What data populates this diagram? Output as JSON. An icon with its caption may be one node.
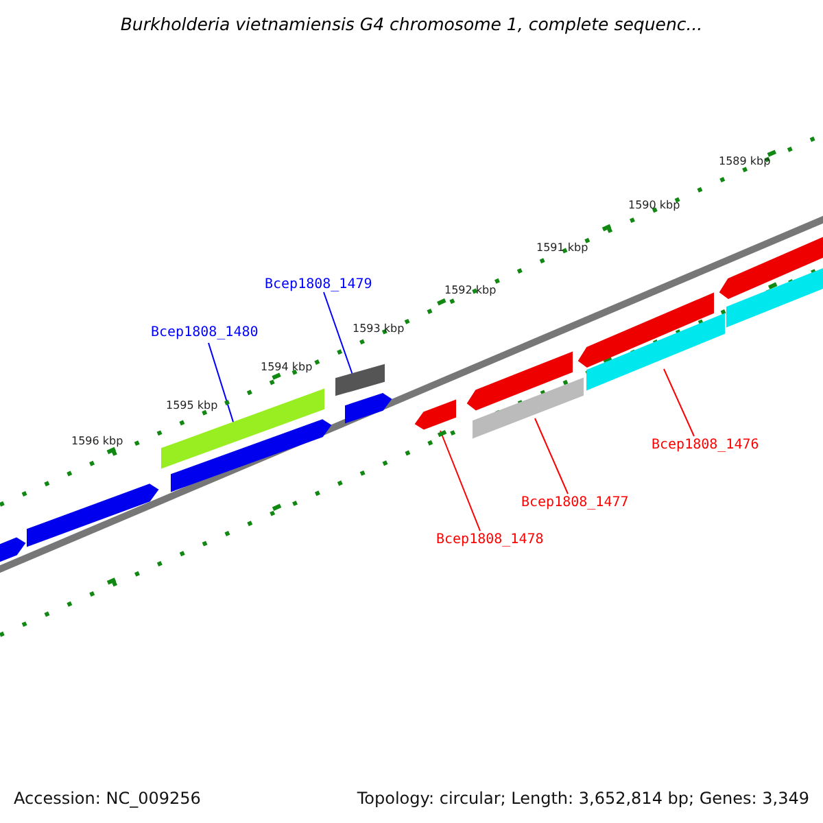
{
  "diagram": {
    "title": "Burkholderia vietnamiensis G4 chromosome 1, complete sequenc...",
    "nodes": [
      {
        "text": [
          "Bcep1808_1479"
        ]
      },
      {
        "text": [
          "Bcep1808_1480"
        ]
      },
      {
        "text": [
          "Bcep1808_1476"
        ]
      },
      {
        "text": [
          "Bcep1808_1477"
        ]
      },
      {
        "text": [
          "Bcep1808_1478"
        ]
      },
      {
        "text": [],
        "shape": "bar"
      },
      {
        "text": [],
        "shape": "bar"
      },
      {
        "text": [],
        "shape": "bar"
      },
      {
        "text": [],
        "shape": "bar"
      },
      {
        "text": [],
        "shape": "bar"
      },
      {
        "text": [],
        "shape": "bar"
      },
      {
        "text": [],
        "shape": "bar"
      },
      {
        "text": [],
        "shape": "bar"
      },
      {
        "text": [],
        "shape": "bar"
      },
      {
        "text": [],
        "shape": "bar"
      },
      {
        "text": [],
        "shape": "bar"
      },
      {
        "text": [],
        "shape": "bar"
      },
      {
        "text": [],
        "shape": "bar"
      }
    ],
    "edges": [
      {
        "from": 0,
        "to": 9,
        "arrow": "none",
        "color": "#0000ff"
      },
      {
        "from": 1,
        "to": 7,
        "arrow": "none",
        "color": "#0000ff"
      },
      {
        "from": 2,
        "to": 15,
        "arrow": "none"
      },
      {
        "from": 3,
        "to": 13,
        "arrow": "none"
      },
      {
        "from": 4,
        "to": 11,
        "arrow": "none"
      }
    ],
    "labels": [
      "1589 kbp",
      "1590 kbp",
      "1591 kbp",
      "1592 kbp",
      "1593 kbp",
      "1594 kbp",
      "1595 kbp",
      "1596 kbp",
      "Accession: NC_009256",
      "Topology: circular; Length: 3,652,814 bp; Genes: 3,349"
    ]
  }
}
